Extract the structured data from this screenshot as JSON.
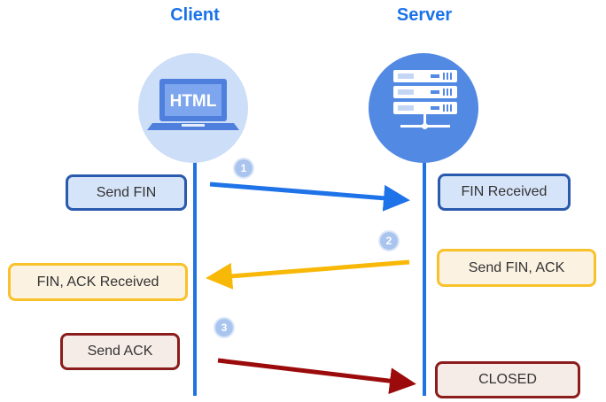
{
  "columns": {
    "client": "Client",
    "server": "Server"
  },
  "icons": {
    "client": "laptop-html-icon",
    "server": "server-rack-icon",
    "laptop_screen_text": "HTML"
  },
  "steps": [
    {
      "number": "1",
      "from_label": "Send FIN",
      "to_label": "FIN Received",
      "direction": "client-to-server",
      "color": "#1f73e8"
    },
    {
      "number": "2",
      "from_label": "Send FIN, ACK",
      "to_label": "FIN, ACK Received",
      "direction": "server-to-client",
      "color": "#f8b808"
    },
    {
      "number": "3",
      "from_label": "Send ACK",
      "to_label": "CLOSED",
      "direction": "client-to-server",
      "color": "#9b0b0b"
    }
  ],
  "colors": {
    "title": "#1a73e8",
    "lifeline": "#1f73e0",
    "client_circle": "#cddff8",
    "server_circle": "#5289e2"
  }
}
